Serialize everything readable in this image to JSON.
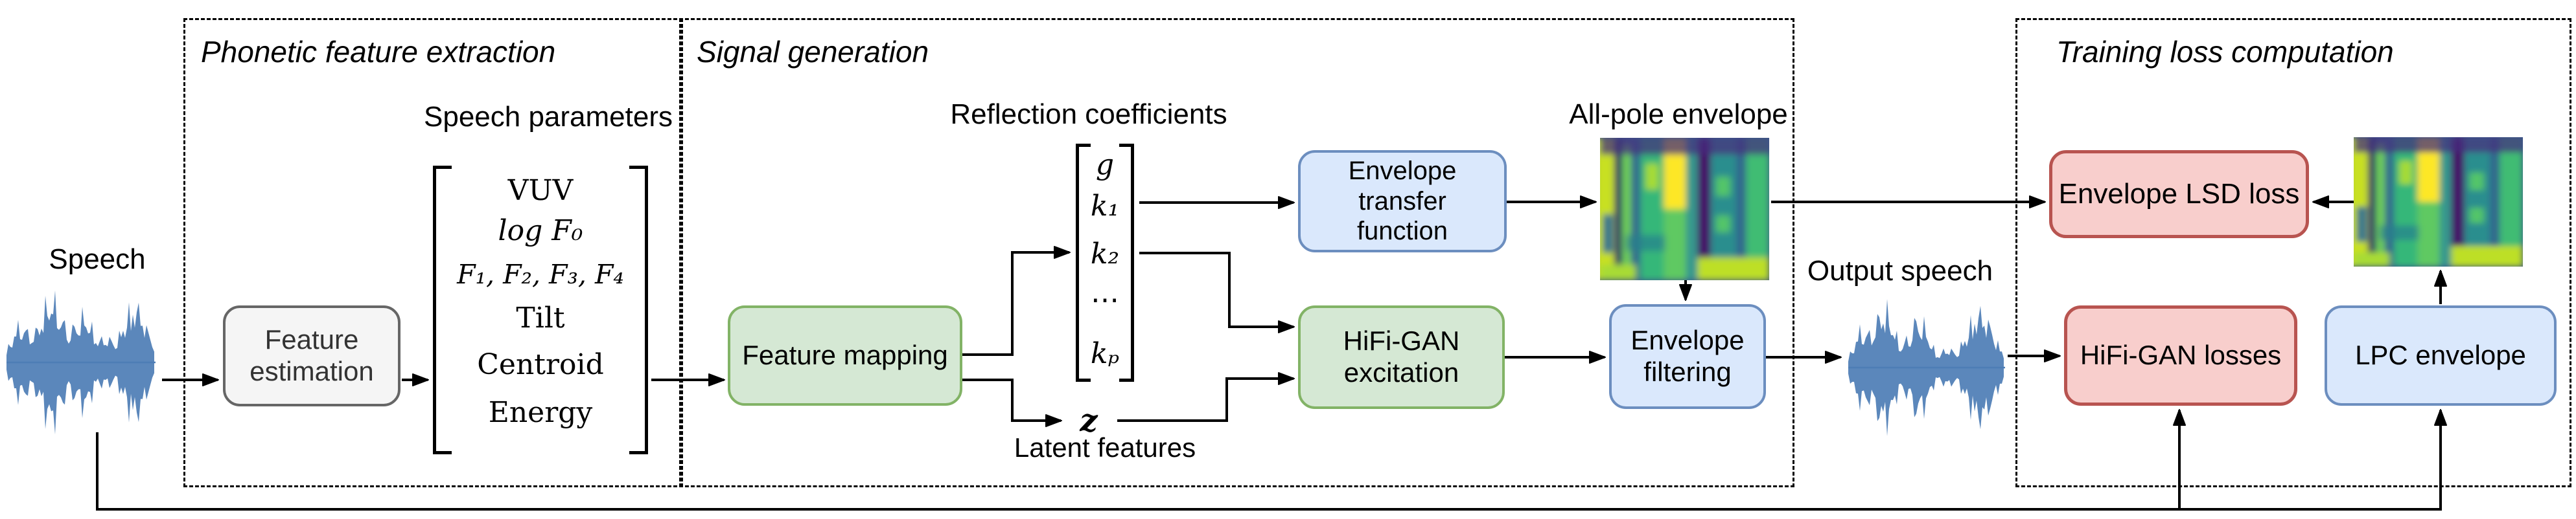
{
  "sections": {
    "phonetic": {
      "title": "Phonetic feature extraction"
    },
    "signal": {
      "title": "Signal generation"
    },
    "training": {
      "title": "Training loss computation"
    }
  },
  "labels": {
    "speech": "Speech",
    "speech_parameters": "Speech parameters",
    "reflection_coefficients": "Reflection coefficients",
    "latent_symbol": "z",
    "latent_features": "Latent features",
    "all_pole_envelope": "All-pole envelope",
    "output_speech": "Output speech"
  },
  "speech_parameters_vector": [
    "VUV",
    "log F₀",
    "F₁, F₂, F₃, F₄",
    "Tilt",
    "Centroid",
    "Energy"
  ],
  "reflection_vector": [
    "g",
    "k₁",
    "k₂",
    "⋯",
    "kₚ"
  ],
  "boxes": {
    "feature_estimation": {
      "lines": [
        "Feature",
        "estimation"
      ]
    },
    "feature_mapping": {
      "label": "Feature mapping"
    },
    "envelope_transfer": {
      "lines": [
        "Envelope",
        "transfer",
        "function"
      ]
    },
    "hifi_gan_excitation": {
      "lines": [
        "HiFi-GAN",
        "excitation"
      ]
    },
    "envelope_filtering": {
      "lines": [
        "Envelope",
        "filtering"
      ]
    },
    "envelope_lsd_loss": {
      "label": "Envelope LSD loss"
    },
    "hifi_gan_losses": {
      "label": "HiFi-GAN losses"
    },
    "lpc_envelope": {
      "label": "LPC envelope"
    }
  },
  "colors": {
    "green_fill": "#d5e8d4",
    "green_stroke": "#82b366",
    "blue_fill": "#dae8fc",
    "blue_stroke": "#6c8ebf",
    "red_fill": "#f8cecc",
    "red_stroke": "#b85450",
    "gray_fill": "#f5f5f5",
    "gray_stroke": "#666666",
    "waveform": "#4d7db5",
    "connector": "#000000"
  }
}
